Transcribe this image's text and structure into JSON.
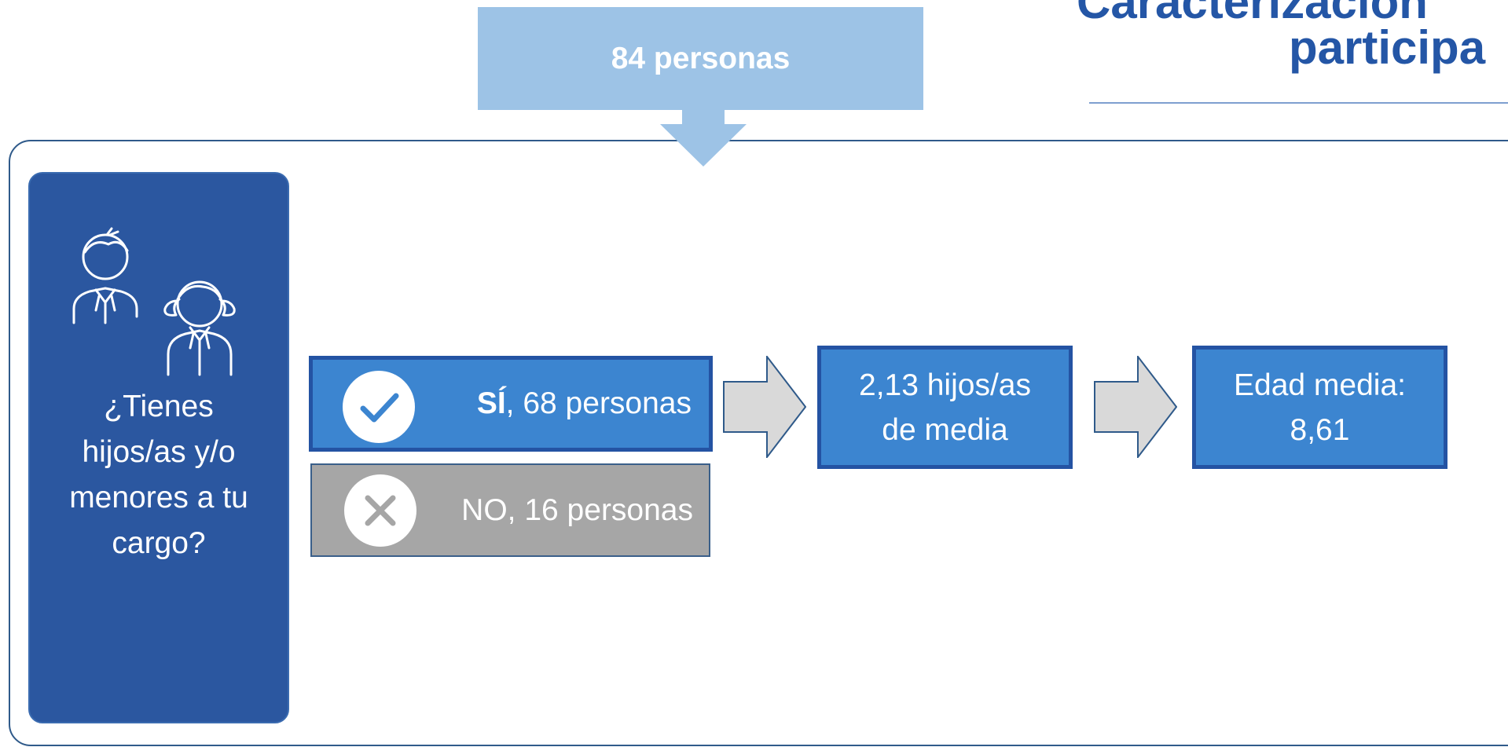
{
  "title": {
    "line1": "Caracterización",
    "line2": "participa"
  },
  "top_box": {
    "label": "84 personas"
  },
  "question": {
    "line1": "¿Tienes",
    "line2": "hijos/as y/o",
    "line3": "menores a tu",
    "line4": "cargo?",
    "icon": "children-icon"
  },
  "yes": {
    "bold": "SÍ",
    "rest": ", 68 personas",
    "icon": "check-icon"
  },
  "no": {
    "label": "NO, 16 personas",
    "icon": "close-icon"
  },
  "stat_children": {
    "line1": "2,13 hijos/as",
    "line2": "de media"
  },
  "stat_age": {
    "line1": "Edad media:",
    "line2": "8,61"
  },
  "colors": {
    "dark_blue": "#2b57a0",
    "mid_blue": "#3c85d0",
    "light_blue": "#9dc3e6",
    "grey": "#a6a6a6",
    "arrow_grey": "#d9d9d9"
  }
}
